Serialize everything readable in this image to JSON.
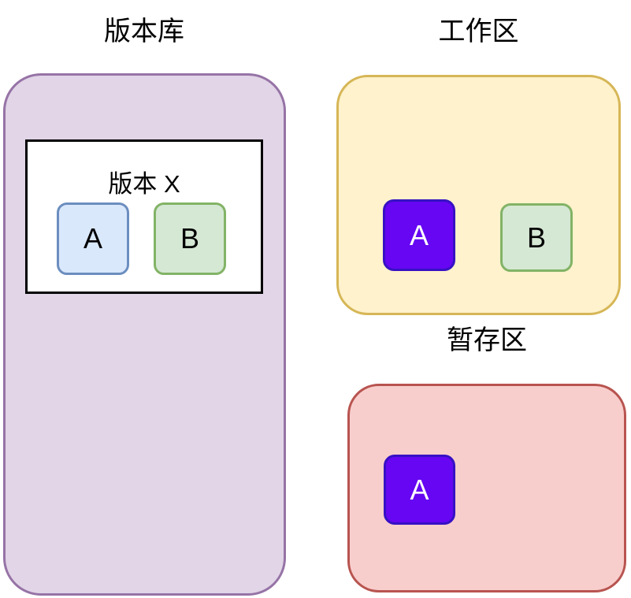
{
  "repository": {
    "title": "版本库",
    "version_box": {
      "title": "版本 X",
      "files": [
        {
          "label": "A",
          "color": "blue"
        },
        {
          "label": "B",
          "color": "green"
        }
      ]
    }
  },
  "working_area": {
    "title": "工作区",
    "files": [
      {
        "label": "A",
        "color": "violet"
      },
      {
        "label": "B",
        "color": "green"
      }
    ]
  },
  "staging_area": {
    "title": "暂存区",
    "files": [
      {
        "label": "A",
        "color": "violet"
      }
    ]
  },
  "colors": {
    "repository_fill": "#E1D5E7",
    "repository_stroke": "#9673A6",
    "working_fill": "#FFF2CC",
    "working_stroke": "#D6B656",
    "staging_fill": "#F8CECC",
    "staging_stroke": "#B85450",
    "version_box_fill": "#FFFFFF",
    "version_box_stroke": "#000000",
    "file_blue_fill": "#DAE8FC",
    "file_blue_stroke": "#6C8EBF",
    "file_green_fill": "#D5E8D4",
    "file_green_stroke": "#82B366",
    "file_violet_fill": "#6606F2",
    "file_violet_stroke": "#3711C4",
    "title_text": "#000000"
  }
}
